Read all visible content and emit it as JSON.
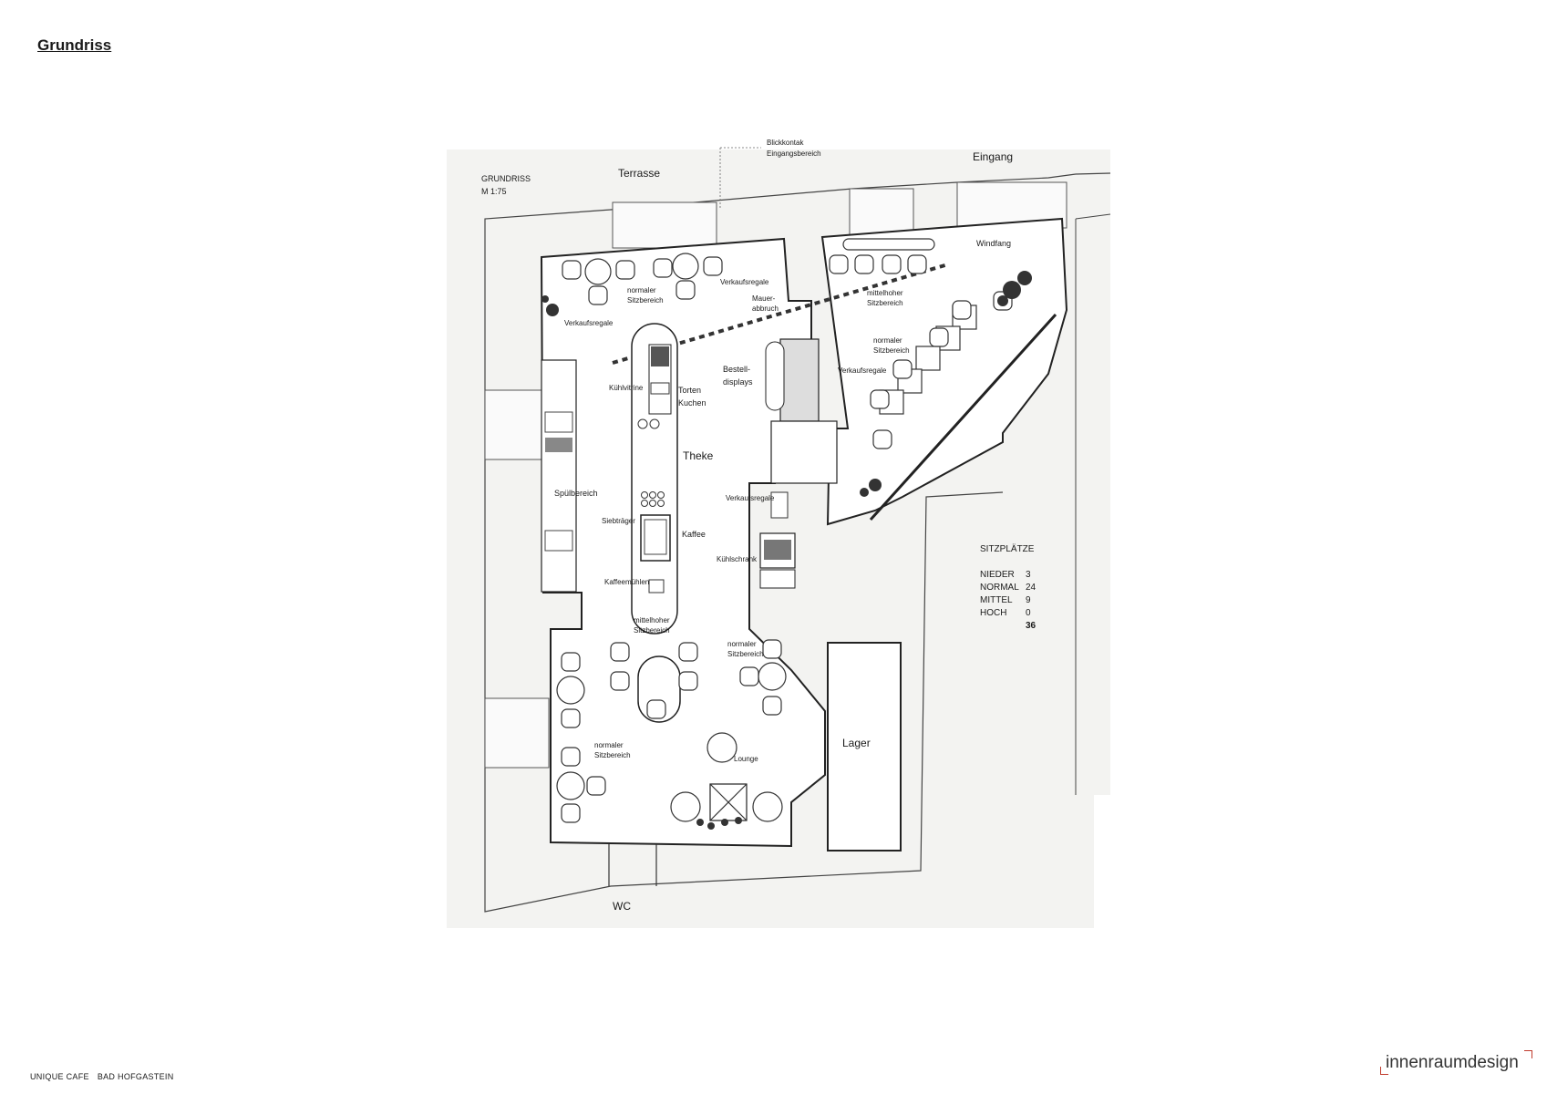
{
  "page": {
    "title": "Grundriss",
    "footer": {
      "project": "UNIQUE CAFE",
      "location": "BAD HOFGASTEIN"
    },
    "brand": "innenraumdesign",
    "accent_color": "#c0392b"
  },
  "plan": {
    "header_title": "GRUNDRISS",
    "scale": "M 1:75",
    "labels": {
      "terrasse": "Terrasse",
      "eingang": "Eingang",
      "blickkontakt_1": "Blickkontak",
      "blickkontakt_2": "Eingangsbereich",
      "windfang": "Windfang",
      "verkaufsregale_top": "Verkaufsregale",
      "mauerabbruch_1": "Mauer-",
      "mauerabbruch_2": "abbruch",
      "normaler_1": "normaler",
      "sitzbereich": "Sitzbereich",
      "verkaufsregale_left": "Verkaufsregale",
      "mittelhoher_1": "mittelhoher",
      "bestell_1": "Bestell-",
      "bestell_2": "displays",
      "verkaufsregale_right": "Verkaufsregale",
      "kuehlvitrine": "Kühlvitrine",
      "torten": "Torten",
      "kuchen": "Kuchen",
      "theke": "Theke",
      "spuelbereich": "Spülbereich",
      "siebtraeger": "Siebträger",
      "kaffee": "Kaffee",
      "kaffeemuehlen": "Kaffeemühlen",
      "verkaufsregale_mid": "Verkaufsregale",
      "kuehlschrank": "Kühlschrank",
      "lounge": "Lounge",
      "lager": "Lager",
      "wc": "WC"
    }
  },
  "seats": {
    "title": "SITZPLÄTZE",
    "rows": [
      {
        "label": "NIEDER",
        "value": "3"
      },
      {
        "label": "NORMAL",
        "value": "24"
      },
      {
        "label": "MITTEL",
        "value": "9"
      },
      {
        "label": "HOCH",
        "value": "0"
      }
    ],
    "total": "36"
  }
}
